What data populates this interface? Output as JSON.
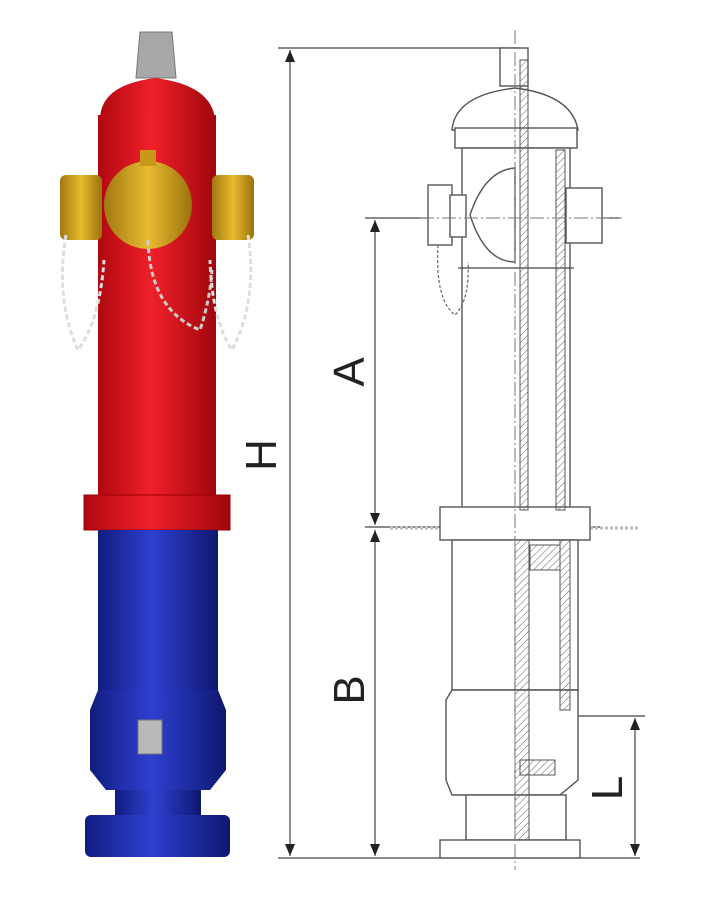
{
  "dimensions": {
    "overall_height": "H",
    "upper_height": "A",
    "buried_depth": "B",
    "inlet_height": "L"
  },
  "colors": {
    "upper_body": "#e3101a",
    "lower_body": "#1f2fb0",
    "caps": "#d4a21a",
    "operating_nut": "#a9a9a9"
  }
}
